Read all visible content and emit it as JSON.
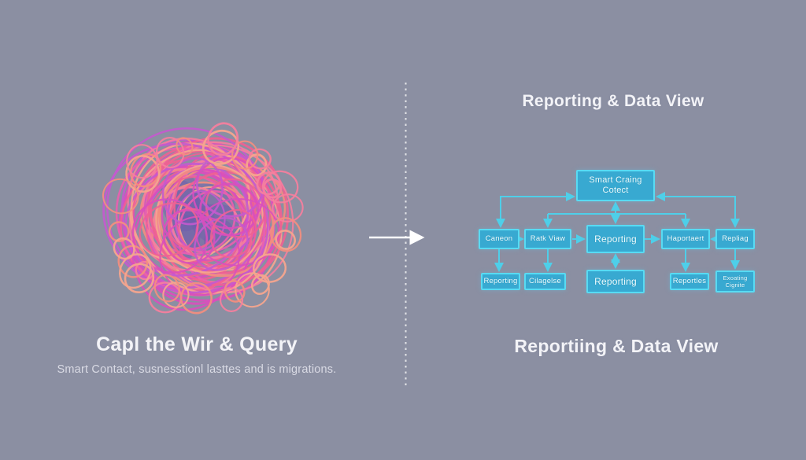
{
  "colors": {
    "background": "#8b8fa2",
    "node_fill": "#38a9d1",
    "node_border": "#58dbf3",
    "connector": "#4ecfe9",
    "title_text": "#f3f3f7",
    "subtitle_text": "#d9dae4",
    "divider_arrow_white": "#ffffff",
    "yarn_core": "#6f5cae",
    "yarn_palette": [
      "#f6a58e",
      "#f28e7f",
      "#f47f9e",
      "#ee6293",
      "#e95fb0",
      "#d94fbd",
      "#c45ace"
    ]
  },
  "left_panel": {
    "title": "Capl the Wir & Query",
    "subtitle": "Smart Contact, susnesstionl lasttes and is migrations."
  },
  "right_panel": {
    "top_title": "Reporting & Data View",
    "bottom_title": "Reportiing & Data View"
  },
  "flowchart": {
    "root": {
      "line1": "Smart Craing",
      "line2": "Cotect"
    },
    "mid": [
      {
        "label": "Caneon"
      },
      {
        "label": "Ratk Viaw"
      },
      {
        "label": "Reporting"
      },
      {
        "label": "Haportaert"
      },
      {
        "label": "Repliag"
      }
    ],
    "bottom": [
      {
        "label": "Reporting"
      },
      {
        "label": "Cilagelse"
      },
      {
        "label": "Reporting"
      },
      {
        "label": "Reportles"
      },
      {
        "label": "Exoating",
        "line2": "Cignite"
      }
    ]
  }
}
